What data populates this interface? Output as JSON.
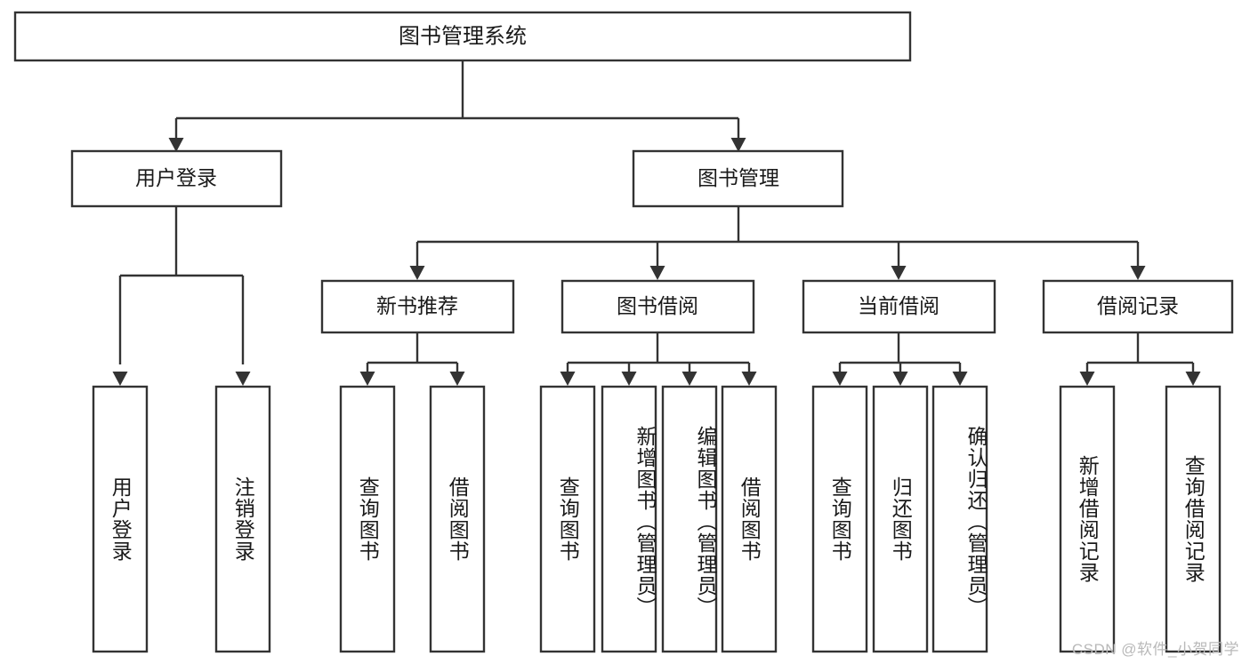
{
  "diagram": {
    "type": "tree-hierarchy",
    "title": "图书管理系统",
    "watermark": "CSDN @软件_小贺同学",
    "colors": {
      "box_fill": "#ffffff",
      "box_stroke": "#333333",
      "text": "#1a1a1a",
      "watermark": "#b9b9b9",
      "background": "#ffffff"
    },
    "root": {
      "label": "图书管理系统",
      "id": "root-system"
    },
    "level2": [
      {
        "id": "user-login",
        "label": "用户登录"
      },
      {
        "id": "book-management",
        "label": "图书管理"
      }
    ],
    "level3": [
      {
        "id": "new-book-recommend",
        "label": "新书推荐",
        "parent": "book-management"
      },
      {
        "id": "book-borrow",
        "label": "图书借阅",
        "parent": "book-management"
      },
      {
        "id": "current-borrow",
        "label": "当前借阅",
        "parent": "book-management"
      },
      {
        "id": "borrow-record",
        "label": "借阅记录",
        "parent": "book-management"
      }
    ],
    "leaves": {
      "user-login": [
        {
          "id": "leaf-user-login",
          "label": "用户登录"
        },
        {
          "id": "leaf-user-logout",
          "label": "注销登录"
        }
      ],
      "new-book-recommend": [
        {
          "id": "leaf-query-book-1",
          "label": "查询图书"
        },
        {
          "id": "leaf-borrow-book-1",
          "label": "借阅图书"
        }
      ],
      "book-borrow": [
        {
          "id": "leaf-query-book-2",
          "label": "查询图书"
        },
        {
          "id": "leaf-add-book",
          "label": "新增图书（管理员）"
        },
        {
          "id": "leaf-edit-book",
          "label": "编辑图书（管理员）"
        },
        {
          "id": "leaf-borrow-book-2",
          "label": "借阅图书"
        }
      ],
      "current-borrow": [
        {
          "id": "leaf-query-book-3",
          "label": "查询图书"
        },
        {
          "id": "leaf-return-book",
          "label": "归还图书"
        },
        {
          "id": "leaf-confirm-return",
          "label": "确认归还（管理员）"
        }
      ],
      "borrow-record": [
        {
          "id": "leaf-add-record",
          "label": "新增借阅记录"
        },
        {
          "id": "leaf-query-record",
          "label": "查询借阅记录"
        }
      ]
    }
  }
}
